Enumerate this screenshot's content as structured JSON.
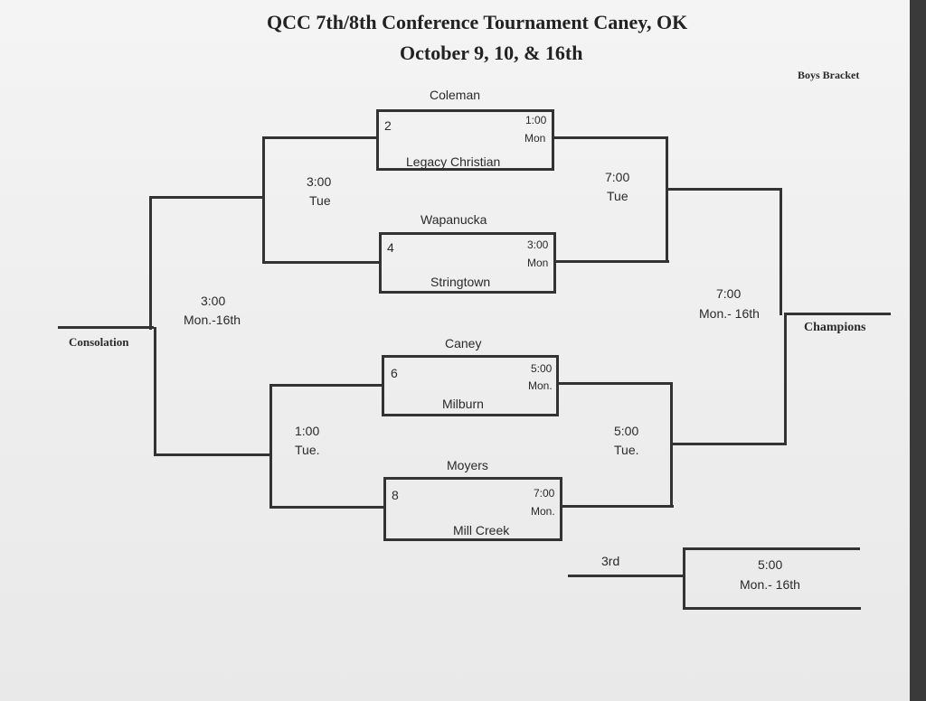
{
  "header": {
    "title": "QCC 7th/8th Conference Tournament Caney, OK",
    "dates": "October 9, 10, & 16th",
    "bracket_label": "Boys Bracket"
  },
  "first_round": [
    {
      "top_team": "Coleman",
      "seed": "2",
      "time": "1:00",
      "day": "Mon",
      "bottom_team": "Legacy Christian"
    },
    {
      "top_team": "Wapanucka",
      "seed": "4",
      "time": "3:00",
      "day": "Mon",
      "bottom_team": "Stringtown"
    },
    {
      "top_team": "Caney",
      "seed": "6",
      "time": "5:00",
      "day": "Mon.",
      "bottom_team": "Milburn"
    },
    {
      "top_team": "Moyers",
      "seed": "8",
      "time": "7:00",
      "day": "Mon.",
      "bottom_team": "Mill Creek"
    }
  ],
  "consolation_semis": [
    {
      "time": "3:00",
      "day": "Tue"
    },
    {
      "time": "1:00",
      "day": "Tue."
    }
  ],
  "winner_semis": [
    {
      "time": "7:00",
      "day": "Tue"
    },
    {
      "time": "5:00",
      "day": "Tue."
    }
  ],
  "consolation_final": {
    "time": "3:00",
    "day": "Mon.-16th",
    "label": "Consolation"
  },
  "championship": {
    "time": "7:00",
    "day": "Mon.- 16th",
    "label": "Champions"
  },
  "third_place": {
    "label": "3rd",
    "time": "5:00",
    "day": "Mon.- 16th"
  }
}
